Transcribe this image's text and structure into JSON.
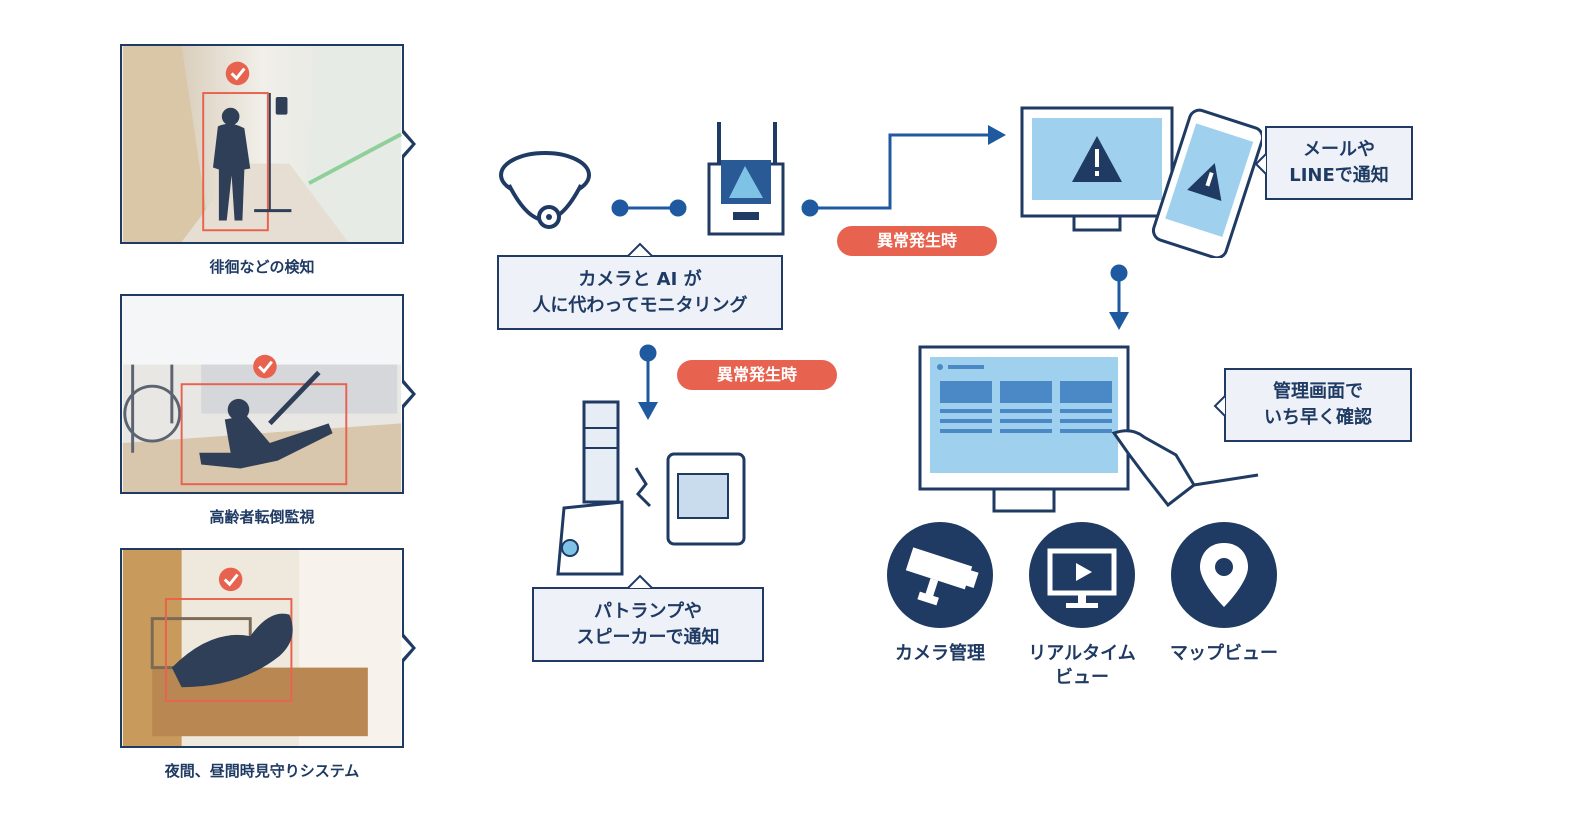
{
  "photos": [
    {
      "caption": "徘徊などの検知"
    },
    {
      "caption": "高齢者転倒監視"
    },
    {
      "caption": "夜間、昼間時見守りシステム"
    }
  ],
  "camera_box": {
    "line1": "カメラと AI が",
    "line2": "人に代わってモニタリング"
  },
  "alert_left": "異常発生時",
  "alert_center": "異常発生時",
  "patlamp_box": {
    "line1": "パトランプや",
    "line2": "スピーカーで通知"
  },
  "mail_box": {
    "line1": "メールや",
    "line2": "LINEで通知"
  },
  "admin_box": {
    "line1": "管理画面で",
    "line2": "いち早く確認"
  },
  "features": [
    {
      "line1": "カメラ管理",
      "line2": ""
    },
    {
      "line1": "リアルタイム",
      "line2": "ビュー"
    },
    {
      "line1": "マップビュー",
      "line2": ""
    }
  ],
  "colors": {
    "navy": "#1f3a63",
    "blue": "#2a62a8",
    "light_blue": "#7ec3e6",
    "alert": "#e8634f",
    "box_bg": "#eef2f8"
  }
}
